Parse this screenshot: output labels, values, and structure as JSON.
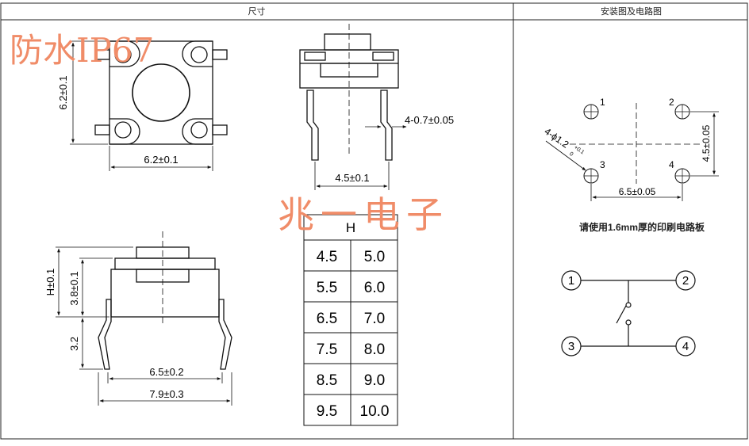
{
  "headers": {
    "dimensions": "尺寸",
    "install_circuit": "安装图及电路图"
  },
  "watermarks": {
    "waterproof": "防水IP67",
    "company": "兆一电子"
  },
  "top_view": {
    "height_dim": "6.2±0.1",
    "width_dim": "6.2±0.1"
  },
  "front_view": {
    "pin_width_dim": "4-0.7±0.05",
    "pin_spacing_dim": "4.5±0.1"
  },
  "side_view": {
    "total_height_dim": "H±0.1",
    "body_height_dim": "3.8±0.1",
    "pin_length_dim": "3.2",
    "pin_spacing_dim": "6.5±0.2",
    "overall_width_dim": "7.9±0.3"
  },
  "h_table": {
    "header": "H",
    "rows": [
      [
        "4.5",
        "5.0"
      ],
      [
        "5.5",
        "6.0"
      ],
      [
        "6.5",
        "7.0"
      ],
      [
        "7.5",
        "8.0"
      ],
      [
        "8.5",
        "9.0"
      ],
      [
        "9.5",
        "10.0"
      ]
    ]
  },
  "pcb_layout": {
    "hole_labels": [
      "1",
      "2",
      "3",
      "4"
    ],
    "hole_dim": "4-ϕ1.2",
    "hole_tol_upper": "+0.1",
    "hole_tol_lower": "0",
    "vertical_dim": "4.5±0.05",
    "horizontal_dim": "6.5±0.05",
    "note": "请使用1.6mm厚的印刷电路板"
  },
  "circuit": {
    "terminals": [
      "1",
      "2",
      "3",
      "4"
    ]
  }
}
